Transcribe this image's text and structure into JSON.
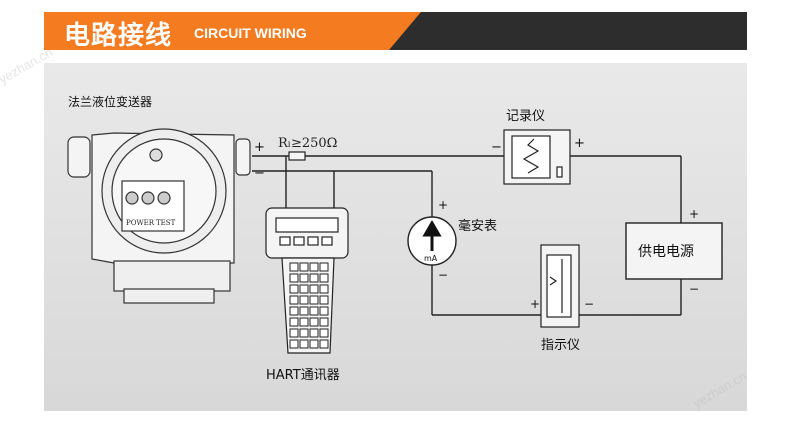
{
  "header": {
    "title_cn": "电路接线",
    "title_en": "CIRCUIT WIRING"
  },
  "diagram": {
    "transmitter_label": "法兰液位变送器",
    "power_label": "POWER",
    "test_label": "TEST",
    "resistor_label": "Rₗ≥250Ω",
    "recorder_label": "记录仪",
    "ammeter_label": "毫安表",
    "ammeter_unit": "mA",
    "indicator_label": "指示仪",
    "power_supply_label": "供电电源",
    "hart_label": "HART通讯器",
    "plus": "+",
    "minus": "−"
  },
  "watermark": "yezhan.cn",
  "colors": {
    "accent": "#f47b1f",
    "header_dark": "#2d2d2d",
    "panel": "#e0e0e0"
  }
}
